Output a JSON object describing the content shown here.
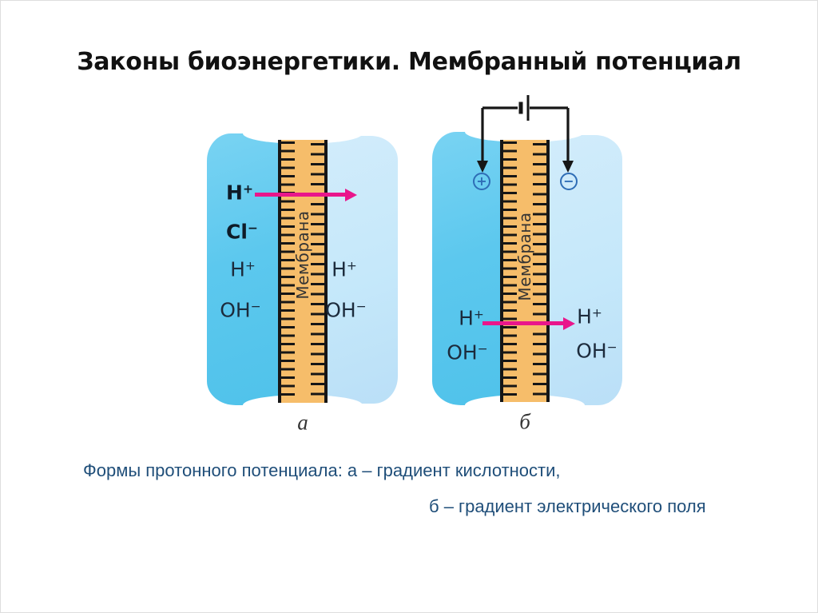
{
  "slide": {
    "title": "Законы биоэнергетики. Мембранный потенциал",
    "caption_line1": "Формы протонного потенциала: а – градиент кислотности,",
    "caption_line2": "б – градиент электрического поля"
  },
  "colors": {
    "accent_magenta": "#e9168b",
    "left_solution": "#5cc8ee",
    "right_solution": "#c5e8fa",
    "membrane_orange": "#f6bd6a",
    "caption_blue": "#1f4e79",
    "electrode_blue": "#2e6db6",
    "line_black": "#161616",
    "ion_ink": "#1c2b3c"
  },
  "diagram_a": {
    "figure_label": "а",
    "membrane_label": "Мембрана",
    "ions_left": [
      {
        "base": "H",
        "sup": "+"
      },
      {
        "base": "Cl",
        "sup": "−"
      },
      {
        "base": "H",
        "sup": "+"
      },
      {
        "base": "OH",
        "sup": "−"
      }
    ],
    "ions_right": [
      {
        "base": "H",
        "sup": "+"
      },
      {
        "base": "OH",
        "sup": "−"
      }
    ]
  },
  "diagram_b": {
    "figure_label": "б",
    "membrane_label": "Мембрана",
    "electrode_positive": "+",
    "electrode_negative": "−",
    "ions_left": [
      {
        "base": "H",
        "sup": "+"
      },
      {
        "base": "OH",
        "sup": "−"
      }
    ],
    "ions_right": [
      {
        "base": "H",
        "sup": "+"
      },
      {
        "base": "OH",
        "sup": "−"
      }
    ]
  }
}
